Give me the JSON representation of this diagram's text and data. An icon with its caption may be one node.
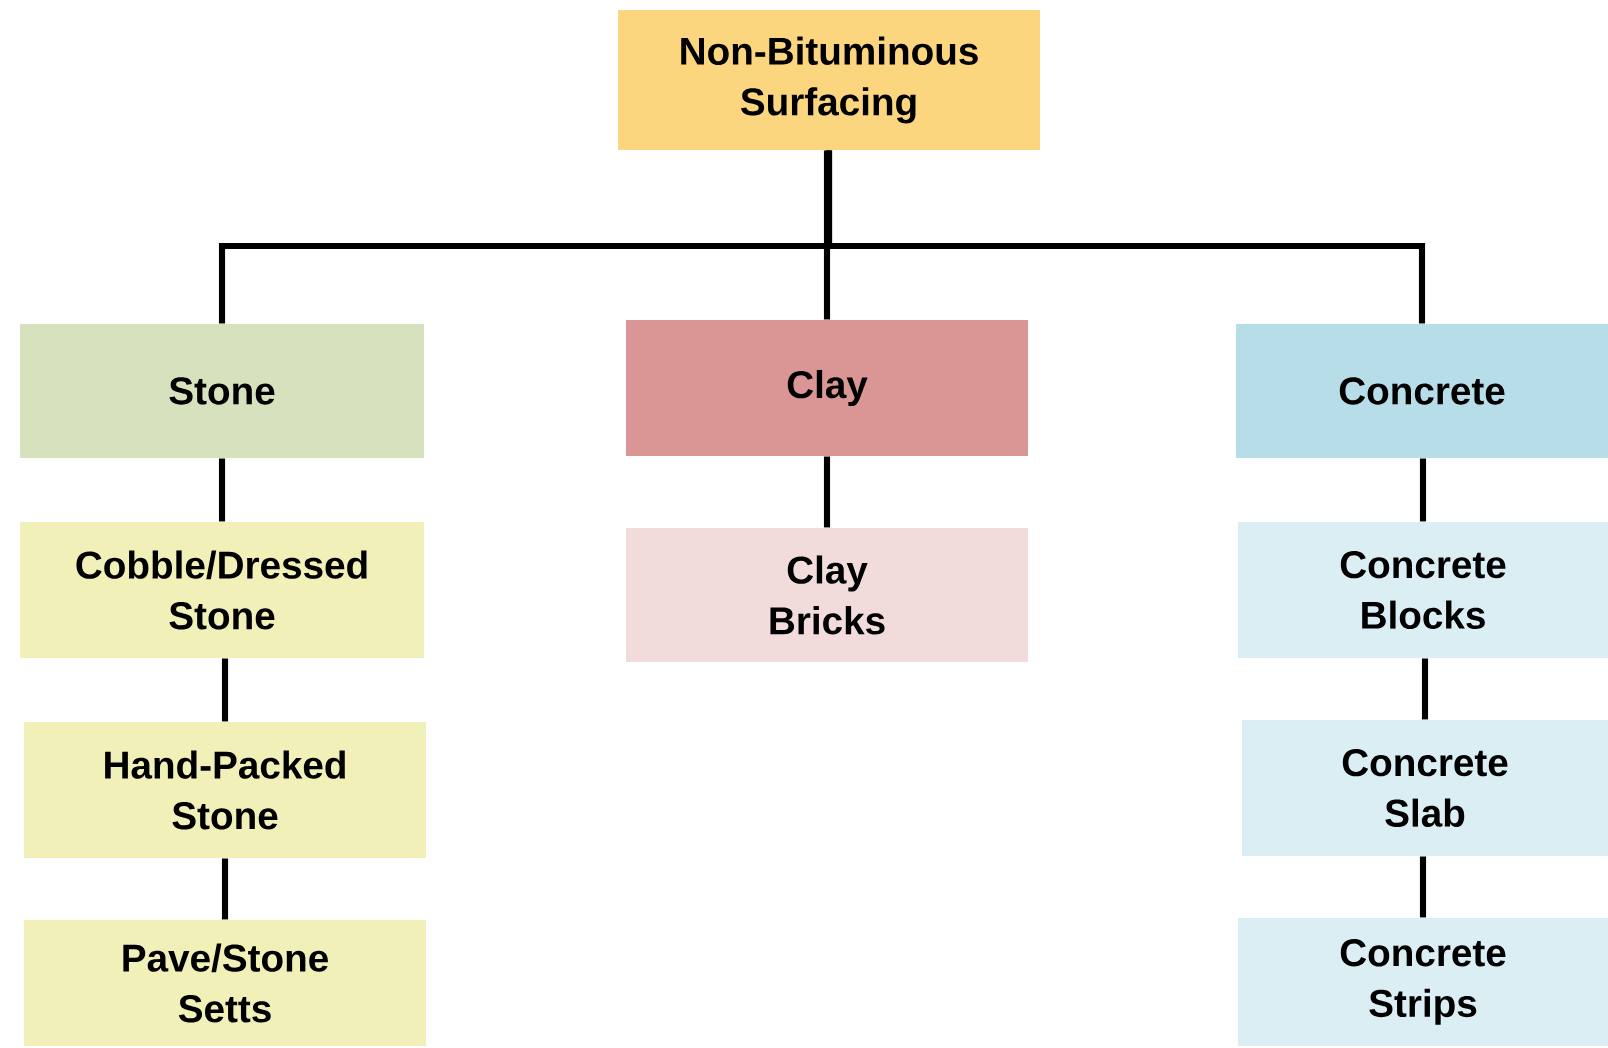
{
  "diagram": {
    "nodes": [
      {
        "text": [
          "Non-Bituminous Surfacing"
        ]
      },
      {
        "text": [
          "Stone"
        ]
      },
      {
        "text": [
          "Clay"
        ]
      },
      {
        "text": [
          "Concrete"
        ]
      },
      {
        "text": [
          "Cobble/Dressed Stone"
        ]
      },
      {
        "text": [
          "Hand-Packed Stone"
        ]
      },
      {
        "text": [
          "Pave/Stone Setts"
        ]
      },
      {
        "text": [
          "Clay Bricks"
        ]
      },
      {
        "text": [
          "Concrete Blocks"
        ]
      },
      {
        "text": [
          "Concrete Slab"
        ]
      },
      {
        "text": [
          "Concrete Strips"
        ]
      }
    ],
    "edges": [
      {
        "from": 0,
        "to": 1,
        "arrow": "none"
      },
      {
        "from": 0,
        "to": 2,
        "arrow": "none"
      },
      {
        "from": 0,
        "to": 3,
        "arrow": "none"
      },
      {
        "from": 1,
        "to": 4,
        "arrow": "none"
      },
      {
        "from": 4,
        "to": 5,
        "arrow": "none"
      },
      {
        "from": 5,
        "to": 6,
        "arrow": "none"
      },
      {
        "from": 2,
        "to": 7,
        "arrow": "none"
      },
      {
        "from": 3,
        "to": 8,
        "arrow": "none"
      },
      {
        "from": 8,
        "to": 9,
        "arrow": "none"
      },
      {
        "from": 9,
        "to": 10,
        "arrow": "none"
      }
    ]
  }
}
